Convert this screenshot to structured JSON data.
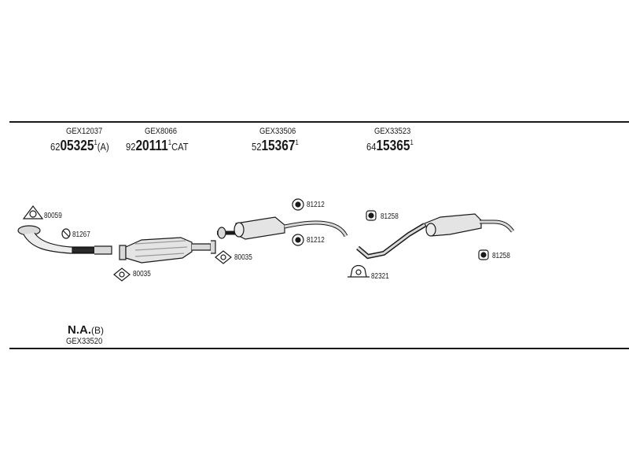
{
  "groups": [
    {
      "code": "GEX12037",
      "prefix": "62",
      "number": "05325",
      "sup": "1",
      "suffix": "(A)"
    },
    {
      "code": "GEX8066",
      "prefix": "92",
      "number": "20111",
      "sup": "1",
      "suffix": "CAT"
    },
    {
      "code": "GEX33506",
      "prefix": "52",
      "number": "15367",
      "sup": "1",
      "suffix": ""
    },
    {
      "code": "GEX33523",
      "prefix": "64",
      "number": "15365",
      "sup": "1",
      "suffix": ""
    }
  ],
  "parts": {
    "gasket_80059": "80059",
    "clamp_81267": "81267",
    "gasket_80035_left": "80035",
    "gasket_80035_right": "80035",
    "hanger_81212_top": "81212",
    "hanger_81212_bottom": "81212",
    "hanger_81258_top": "81258",
    "hanger_81258_right": "81258",
    "clamp_82321": "82321"
  },
  "footer": {
    "na": "N.A.",
    "na_suffix": "(B)",
    "code": "GEX33520"
  },
  "colors": {
    "ink": "#1a1a1a",
    "part_fill": "#d9d9d9",
    "part_shade": "#9a9a9a"
  }
}
